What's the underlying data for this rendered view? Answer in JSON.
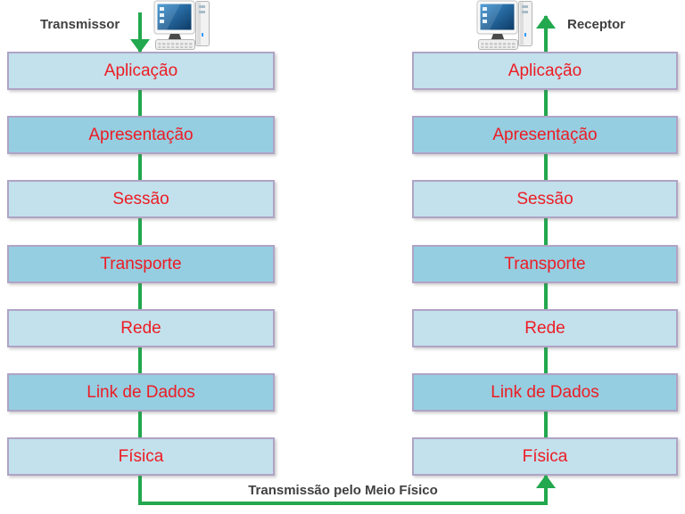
{
  "diagram": {
    "transmitter_label": "Transmissor",
    "receiver_label": "Receptor",
    "bottom_label": "Transmissão pelo Meio Físico",
    "layers": [
      "Aplicação",
      "Apresentação",
      "Sessão",
      "Transporte",
      "Rede",
      "Link de Dados",
      "Física"
    ],
    "colors": {
      "layer_fill_light": "#c2e1ec",
      "layer_fill_dark": "#95cee1",
      "layer_border": "#b0a3c6",
      "layer_text": "#ed1c24",
      "caption_text": "#404040",
      "flow_arrow": "#22a84e"
    }
  }
}
